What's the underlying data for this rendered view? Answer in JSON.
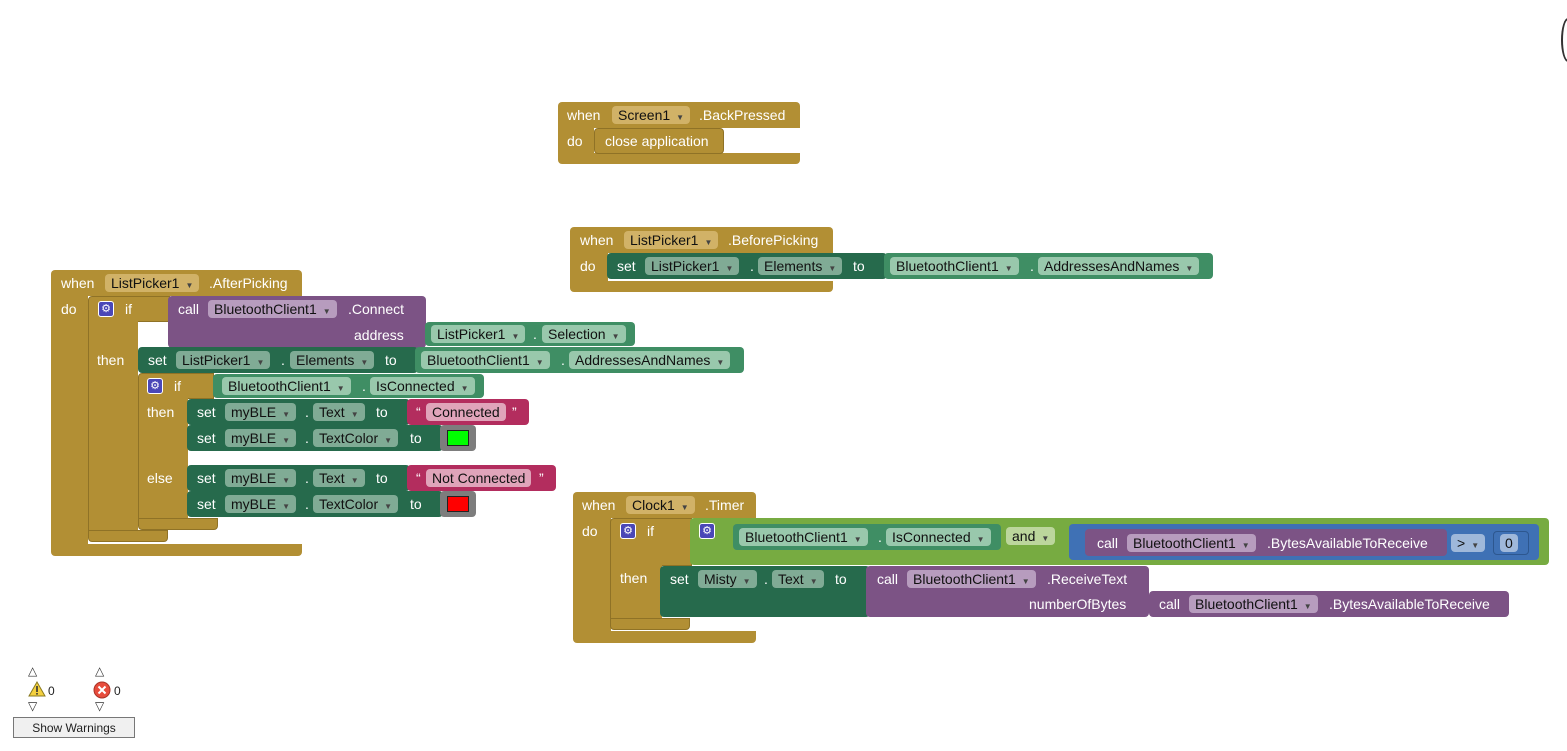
{
  "back_pressed": {
    "when": "when",
    "component": "Screen1",
    "event": ".BackPressed",
    "do": "do",
    "action": "close application"
  },
  "before_picking": {
    "when": "when",
    "component": "ListPicker1",
    "event": ".BeforePicking",
    "do": "do",
    "set": "set",
    "target": "ListPicker1",
    "property": "Elements",
    "to": "to",
    "source_component": "BluetoothClient1",
    "source_property": "AddressesAndNames"
  },
  "after_picking": {
    "when": "when",
    "component": "ListPicker1",
    "event": ".AfterPicking",
    "do": "do",
    "if": "if",
    "call": "call",
    "call_component": "BluetoothClient1",
    "call_method": ".Connect",
    "address_label": "address",
    "address_component": "ListPicker1",
    "address_property": "Selection",
    "then": "then",
    "set": "set",
    "set_target": "ListPicker1",
    "set_property": "Elements",
    "to": "to",
    "set_source_component": "BluetoothClient1",
    "set_source_property": "AddressesAndNames",
    "inner_if": "if",
    "inner_cond_component": "BluetoothClient1",
    "inner_cond_property": "IsConnected",
    "inner_then": "then",
    "else": "else",
    "label_component": "myBLE",
    "text_property": "Text",
    "color_property": "TextColor",
    "connected_text": "Connected",
    "not_connected_text": "Not Connected",
    "connected_color": "#00ff00",
    "not_connected_color": "#ff0000",
    "quote_open": "“",
    "quote_close": "”",
    "dot": "."
  },
  "clock_timer": {
    "when": "when",
    "component": "Clock1",
    "event": ".Timer",
    "do": "do",
    "if": "if",
    "cond_component": "BluetoothClient1",
    "cond_property": "IsConnected",
    "and": "and",
    "call": "call",
    "call_component": "BluetoothClient1",
    "call_method": ".BytesAvailableToReceive",
    "compare_op": ">",
    "compare_value": "0",
    "then": "then",
    "set": "set",
    "set_target": "Misty",
    "set_property": "Text",
    "to": "to",
    "receive_component": "BluetoothClient1",
    "receive_method": ".ReceiveText",
    "bytes_label": "numberOfBytes",
    "bytes_component": "BluetoothClient1",
    "bytes_method": ".BytesAvailableToReceive"
  },
  "warnings": {
    "warning_count": "0",
    "error_count": "0",
    "button_label": "Show Warnings"
  }
}
